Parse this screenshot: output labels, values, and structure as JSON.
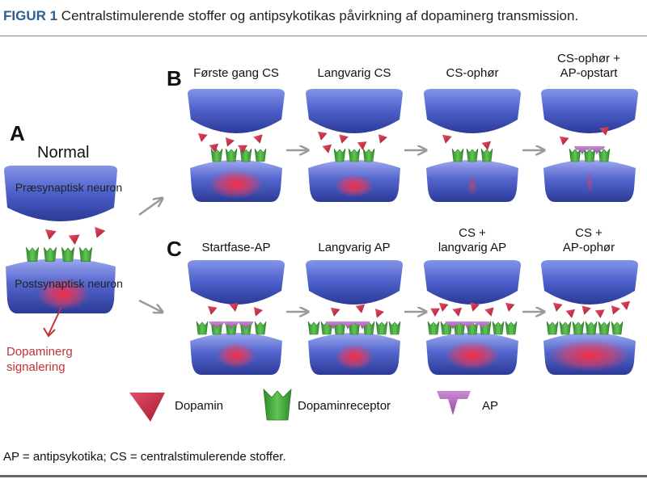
{
  "title": {
    "label": "FIGUR 1",
    "text": "Centralstimulerende stoffer og antipsykotikas påvirkning af dopaminerg transmission."
  },
  "panel_a": {
    "letter": "A",
    "heading": "Normal",
    "pre_label": "Præsynaptisk neuron",
    "post_label": "Postsynaptisk neuron",
    "signal_line1": "Dopaminerg",
    "signal_line2": "signalering"
  },
  "panel_b": {
    "letter": "B",
    "steps": [
      {
        "line1": "Første gang CS",
        "line2": ""
      },
      {
        "line1": "Langvarig CS",
        "line2": ""
      },
      {
        "line1": "CS-ophør",
        "line2": ""
      },
      {
        "line1": "CS-ophør +",
        "line2": "AP-opstart"
      }
    ]
  },
  "panel_c": {
    "letter": "C",
    "steps": [
      {
        "line1": "Startfase-AP",
        "line2": ""
      },
      {
        "line1": "Langvarig AP",
        "line2": ""
      },
      {
        "line1": "CS +",
        "line2": "langvarig AP"
      },
      {
        "line1": "CS +",
        "line2": "AP-ophør"
      }
    ]
  },
  "legend": {
    "dopamine": "Dopamin",
    "receptor": "Dopaminreceptor",
    "ap": "AP"
  },
  "footnote": "AP = antipsykotika; CS = centralstimulerende stoffer.",
  "colors": {
    "title_label": "#2a5f8f",
    "neuron": "#3f52b6",
    "dopamine": "#c8283c",
    "receptor": "#3fa53a",
    "ap": "#b163bf",
    "signal": "#e0384b",
    "arrow": "#9a9a9a"
  },
  "icons": [
    "dopamine-triangle-icon",
    "receptor-cup-icon",
    "ap-wedge-icon",
    "arrow-right-icon"
  ]
}
